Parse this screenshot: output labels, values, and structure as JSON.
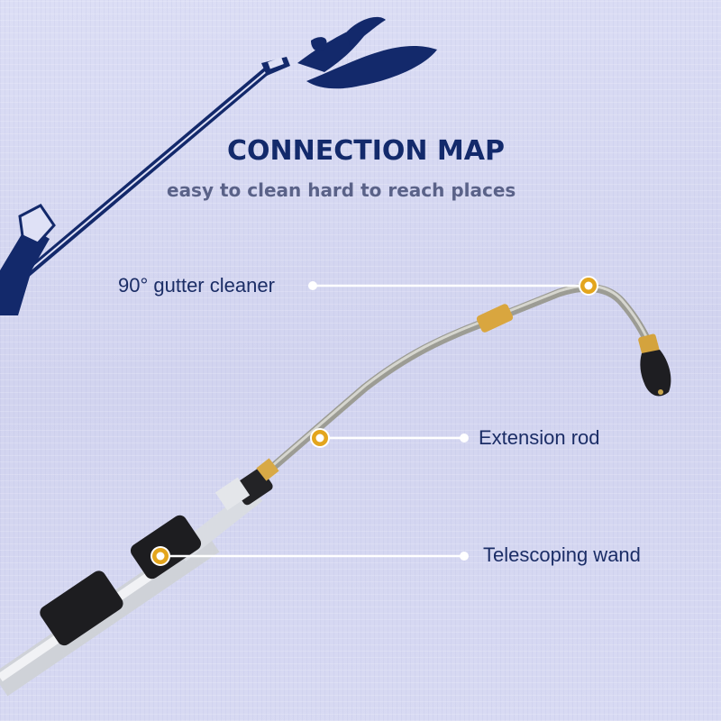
{
  "header": {
    "title": "CONNECTION MAP",
    "subtitle": "easy to clean hard to reach places"
  },
  "callouts": [
    {
      "label": "90° gutter cleaner",
      "part": "gutter-cleaner"
    },
    {
      "label": "Extension rod",
      "part": "extension-rod"
    },
    {
      "label": "Telescoping wand",
      "part": "telescoping-wand"
    }
  ],
  "colors": {
    "background": "#d6d8f1",
    "title": "#132a6b",
    "subtitle": "#5a6288",
    "label": "#1b2d66",
    "marker": "#e3a51d",
    "leader_line": "#ffffff"
  }
}
